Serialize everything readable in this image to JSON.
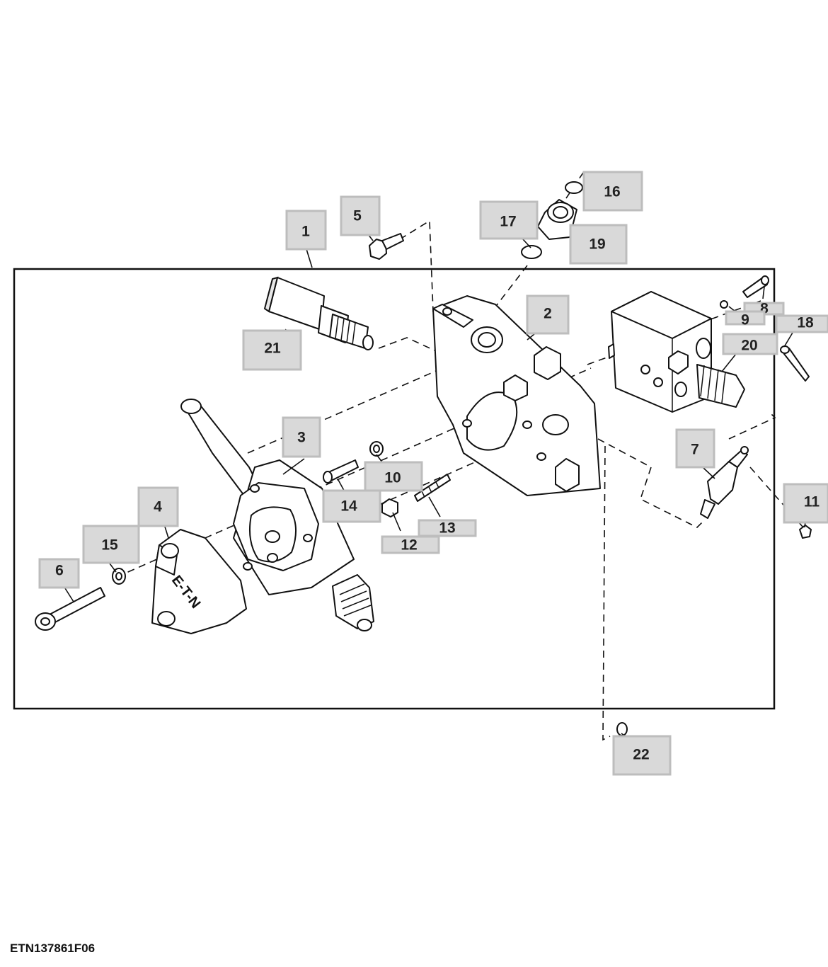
{
  "figure": {
    "id_label": "ETN137861F06",
    "brand_logo_text": "E-T-N"
  },
  "callouts": [
    {
      "key": "c1",
      "label": "1"
    },
    {
      "key": "c2",
      "label": "2"
    },
    {
      "key": "c3",
      "label": "3"
    },
    {
      "key": "c4",
      "label": "4"
    },
    {
      "key": "c5",
      "label": "5"
    },
    {
      "key": "c6",
      "label": "6"
    },
    {
      "key": "c7",
      "label": "7"
    },
    {
      "key": "c8",
      "label": "8"
    },
    {
      "key": "c9",
      "label": "9"
    },
    {
      "key": "c10",
      "label": "10"
    },
    {
      "key": "c11",
      "label": "11"
    },
    {
      "key": "c12",
      "label": "12"
    },
    {
      "key": "c13",
      "label": "13"
    },
    {
      "key": "c14",
      "label": "14"
    },
    {
      "key": "c15",
      "label": "15"
    },
    {
      "key": "c16",
      "label": "16"
    },
    {
      "key": "c17",
      "label": "17"
    },
    {
      "key": "c18",
      "label": "18"
    },
    {
      "key": "c19",
      "label": "19"
    },
    {
      "key": "c20",
      "label": "20"
    },
    {
      "key": "c21",
      "label": "21"
    },
    {
      "key": "c22",
      "label": "22"
    }
  ]
}
